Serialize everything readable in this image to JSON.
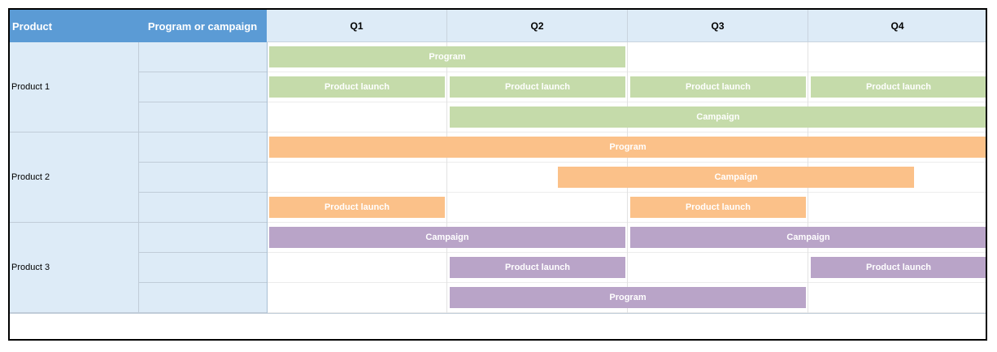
{
  "header": {
    "product_label": "Product",
    "program_label": "Program or campaign",
    "quarters": [
      "Q1",
      "Q2",
      "Q3",
      "Q4"
    ]
  },
  "colors": {
    "header_blue": "#5b9bd5",
    "label_bg": "#ddebf7",
    "green": "#c5dbaa",
    "orange": "#fbc189",
    "purple": "#b9a4c8"
  },
  "products": [
    {
      "name": "Product 1",
      "color": "#c5dbaa",
      "rows": [
        [
          {
            "label": "Program",
            "start": 0,
            "end": 2
          }
        ],
        [
          {
            "label": "Product launch",
            "start": 0,
            "end": 1
          },
          {
            "label": "Product launch",
            "start": 1,
            "end": 2
          },
          {
            "label": "Product launch",
            "start": 2,
            "end": 3
          },
          {
            "label": "Product launch",
            "start": 3,
            "end": 4
          }
        ],
        [
          {
            "label": "Campaign",
            "start": 1,
            "end": 4
          }
        ]
      ]
    },
    {
      "name": "Product 2",
      "color": "#fbc189",
      "rows": [
        [
          {
            "label": "Program",
            "start": 0,
            "end": 4
          }
        ],
        [
          {
            "label": "Campaign",
            "start": 1.6,
            "end": 3.6
          }
        ],
        [
          {
            "label": "Product launch",
            "start": 0,
            "end": 1
          },
          {
            "label": "Product launch",
            "start": 2,
            "end": 3
          }
        ]
      ]
    },
    {
      "name": "Product 3",
      "color": "#b9a4c8",
      "rows": [
        [
          {
            "label": "Campaign",
            "start": 0,
            "end": 2
          },
          {
            "label": "Campaign",
            "start": 2,
            "end": 4
          }
        ],
        [
          {
            "label": "Product launch",
            "start": 1,
            "end": 2
          },
          {
            "label": "Product launch",
            "start": 3,
            "end": 4
          }
        ],
        [
          {
            "label": "Program",
            "start": 1,
            "end": 3
          }
        ]
      ]
    }
  ]
}
